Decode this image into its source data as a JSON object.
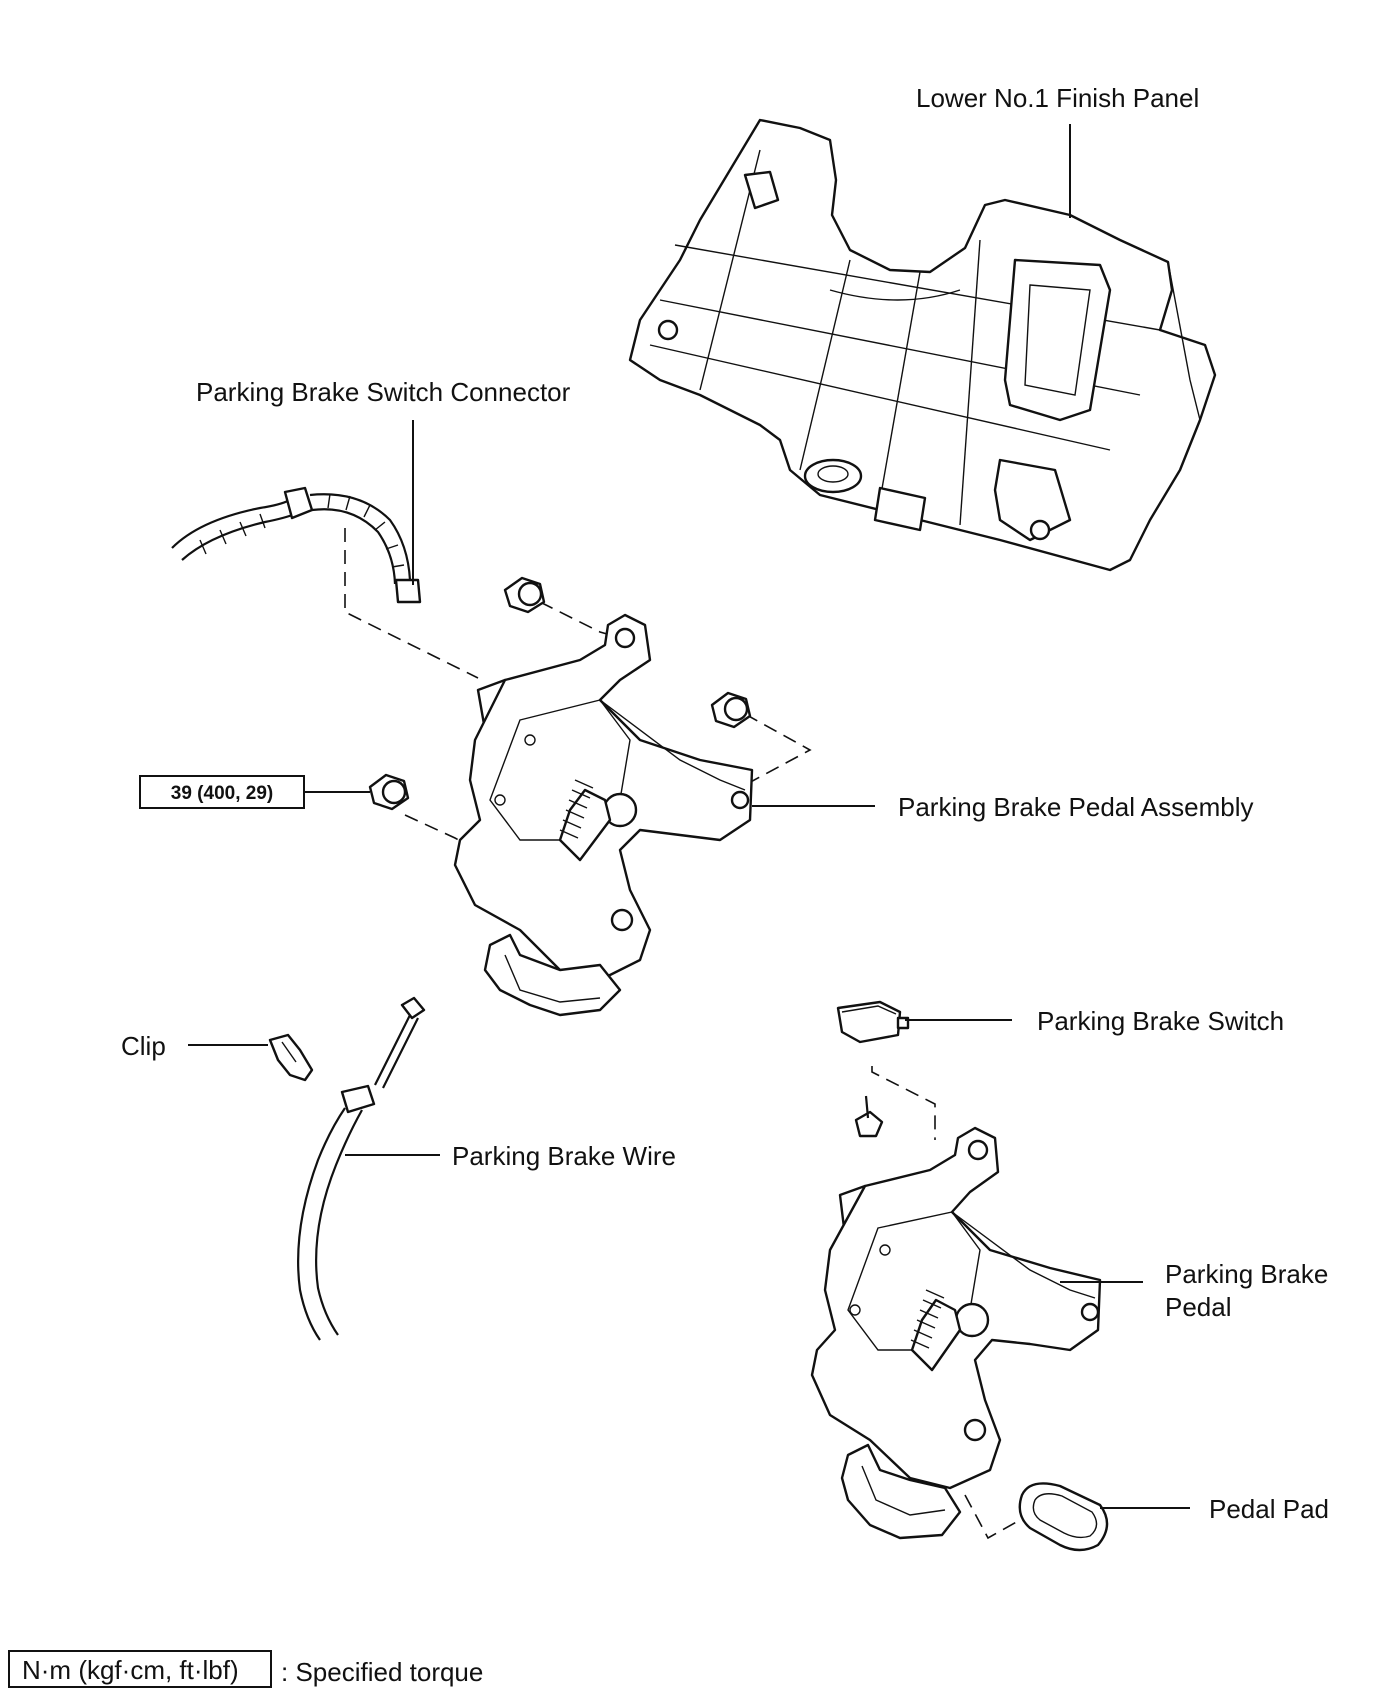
{
  "labels": {
    "lower_finish_panel": "Lower No.1 Finish Panel",
    "switch_connector": "Parking Brake Switch Connector",
    "torque_value": "39 (400, 29)",
    "pedal_assembly": "Parking Brake Pedal Assembly",
    "clip": "Clip",
    "brake_switch": "Parking Brake Switch",
    "brake_wire": "Parking Brake Wire",
    "brake_pedal_line1": "Parking Brake",
    "brake_pedal_line2": "Pedal",
    "pedal_pad": "Pedal Pad"
  },
  "legend": {
    "unit": "N·m (kgf·cm, ft·lbf)",
    "description": ": Specified torque"
  }
}
